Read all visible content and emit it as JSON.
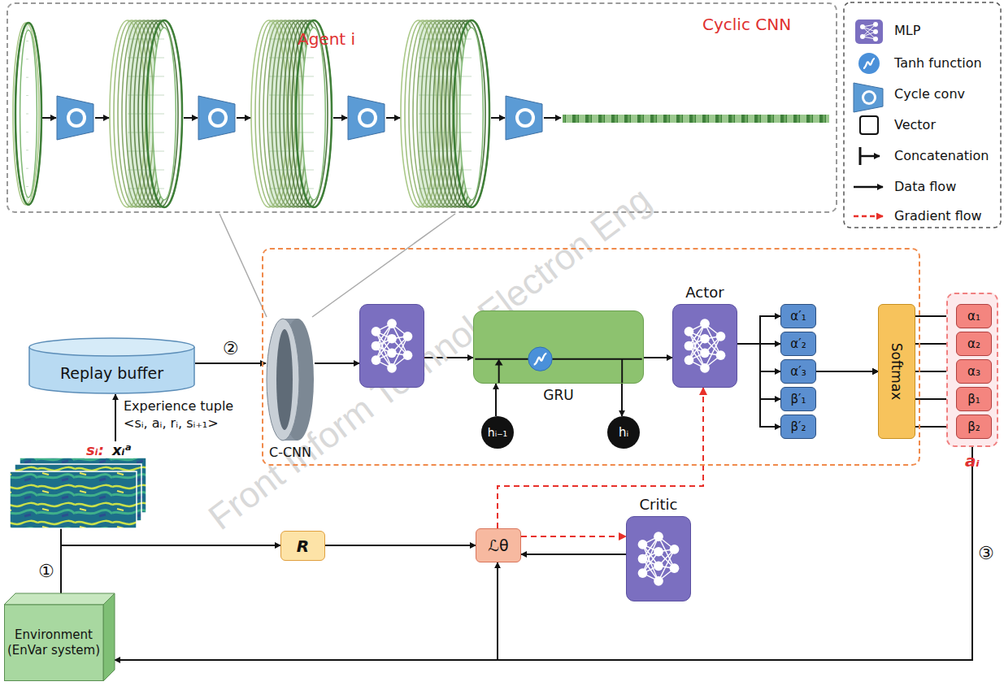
{
  "diagram": {
    "nodes": [
      {
        "text": [
          "Cyclic CNN"
        ]
      },
      {
        "text": [
          "Agent i"
        ]
      },
      {
        "text": [
          "Replay buffer"
        ]
      },
      {
        "text": [
          "C-CNN"
        ],
        "in": 1
      },
      {
        "text": [],
        "in": 1
      },
      {
        "text": [
          "GRU"
        ],
        "in": 1
      },
      {
        "text": [
          "hᵢ₋₁"
        ],
        "in": 1
      },
      {
        "text": [
          "hᵢ"
        ],
        "in": 1
      },
      {
        "text": [
          "Actor"
        ],
        "in": 1
      },
      {
        "text": [
          "α′₁"
        ],
        "in": 1
      },
      {
        "text": [
          "α′₂"
        ],
        "in": 1
      },
      {
        "text": [
          "α′₃"
        ],
        "in": 1
      },
      {
        "text": [
          "β′₁"
        ],
        "in": 1
      },
      {
        "text": [
          "β′₂"
        ],
        "in": 1
      },
      {
        "text": [
          "Softmax"
        ],
        "in": 1
      },
      {
        "text": [
          "aᵢ"
        ]
      },
      {
        "text": [
          "α₁"
        ],
        "in": 15
      },
      {
        "text": [
          "α₂"
        ],
        "in": 15
      },
      {
        "text": [
          "α₃"
        ],
        "in": 15
      },
      {
        "text": [
          "β₁"
        ],
        "in": 15
      },
      {
        "text": [
          "β₂"
        ],
        "in": 15
      },
      {
        "text": [
          "Environment (EnVar system)"
        ]
      },
      {
        "text": [
          "R"
        ]
      },
      {
        "text": [
          "ℒθ"
        ]
      },
      {
        "text": [
          "Critic"
        ]
      }
    ],
    "edges": [
      {
        "from": 21,
        "to": 2,
        "arrow": "to"
      },
      {
        "from": 2,
        "to": 3,
        "arrow": "to",
        "label": "②"
      },
      {
        "from": 3,
        "to": 4,
        "arrow": "to"
      },
      {
        "from": 4,
        "to": 5,
        "arrow": "to"
      },
      {
        "from": 6,
        "to": 5,
        "arrow": "to"
      },
      {
        "from": 5,
        "to": 7,
        "arrow": "to"
      },
      {
        "from": 5,
        "to": 8,
        "arrow": "to"
      },
      {
        "from": 8,
        "to": 9,
        "arrow": "to"
      },
      {
        "from": 8,
        "to": 10,
        "arrow": "to"
      },
      {
        "from": 8,
        "to": 11,
        "arrow": "to"
      },
      {
        "from": 8,
        "to": 12,
        "arrow": "to"
      },
      {
        "from": 8,
        "to": 13,
        "arrow": "to"
      },
      {
        "from": 9,
        "to": 14,
        "arrow": "to"
      },
      {
        "from": 10,
        "to": 14,
        "arrow": "to"
      },
      {
        "from": 11,
        "to": 14,
        "arrow": "to"
      },
      {
        "from": 12,
        "to": 14,
        "arrow": "to"
      },
      {
        "from": 13,
        "to": 14,
        "arrow": "to"
      },
      {
        "from": 14,
        "to": 16,
        "arrow": "to"
      },
      {
        "from": 14,
        "to": 17,
        "arrow": "to"
      },
      {
        "from": 14,
        "to": 18,
        "arrow": "to"
      },
      {
        "from": 14,
        "to": 19,
        "arrow": "to"
      },
      {
        "from": 14,
        "to": 20,
        "arrow": "to"
      },
      {
        "from": 21,
        "to": 22,
        "arrow": "to"
      },
      {
        "from": 22,
        "to": 23,
        "arrow": "to"
      },
      {
        "from": 24,
        "to": 23,
        "arrow": "to"
      },
      {
        "from": 23,
        "to": 24,
        "arrow": "to"
      },
      {
        "from": 23,
        "to": 8,
        "arrow": "to"
      },
      {
        "from": 15,
        "to": 21,
        "arrow": "to"
      },
      {
        "from": 15,
        "to": 23,
        "arrow": "to"
      }
    ],
    "labels": [
      "①",
      "③",
      "Experience tuple",
      "<sᵢ, aᵢ, rᵢ, sᵢ₊₁>",
      "sᵢ:",
      "xᵢᵃ",
      "Front Inform Technol Electron Eng"
    ],
    "legend": [
      {
        "text": "MLP"
      },
      {
        "text": "Tanh function"
      },
      {
        "text": "Cycle conv"
      },
      {
        "text": "Vector"
      },
      {
        "text": "Concatenation"
      },
      {
        "text": "Data flow"
      },
      {
        "text": "Gradient flow"
      }
    ]
  }
}
